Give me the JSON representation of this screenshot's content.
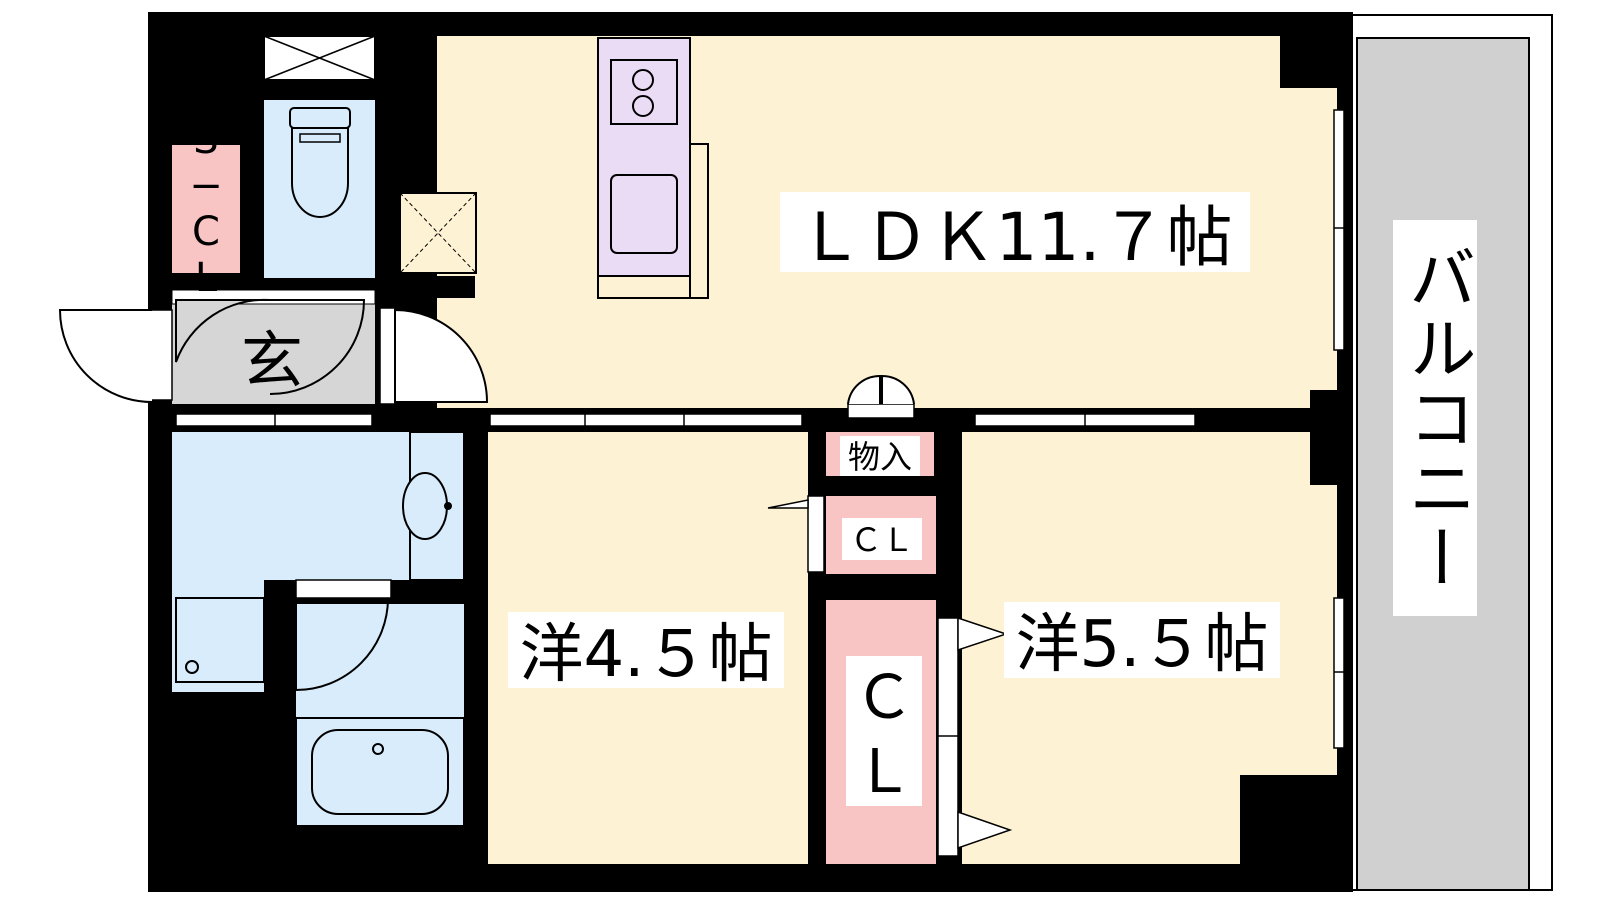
{
  "rooms": {
    "ldk": "ＬＤＫ11.７帖",
    "western_a": "洋4.５帖",
    "western_b": "洋5.５帖",
    "closet_big": "Ｃ\nＬ",
    "closet_big_c": "Ｃ",
    "closet_big_l": "Ｌ",
    "closet_small": "ＣＬ",
    "storage": "物入",
    "entrance": "玄",
    "shoe_closet": "S−CL",
    "balcony": "バルコニー"
  },
  "colors": {
    "wall": "#000000",
    "floor_wood": "#fdf2d3",
    "wet_area": "#d9ecfb",
    "kitchen": "#eadcf5",
    "closet": "#f8c4c4",
    "entrance_floor": "#d6d6d6",
    "balcony": "#d0d0d0"
  }
}
